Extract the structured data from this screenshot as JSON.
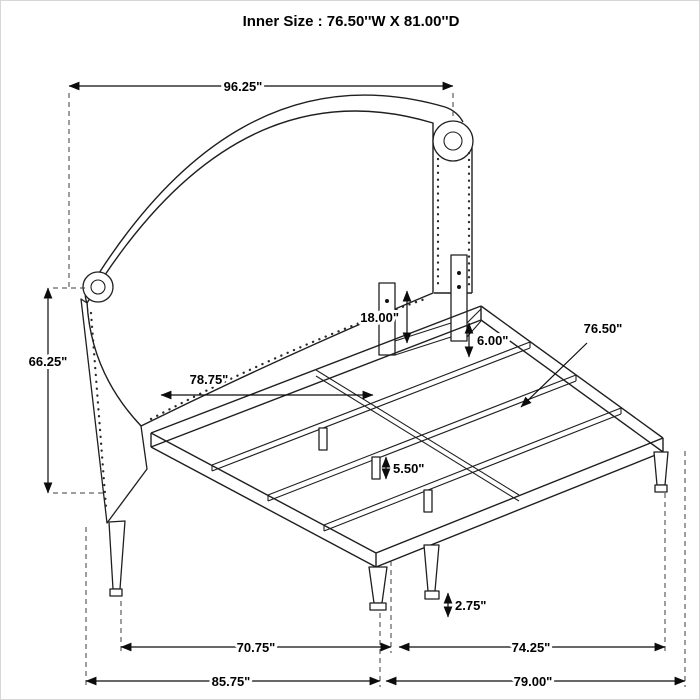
{
  "title": "Inner Size : 76.50''W X 81.00''D",
  "diagram": {
    "ink_color": "#1f1f1f",
    "labels": {
      "headboard_width": "96.25\"",
      "headboard_height": "66.25\"",
      "headboard_panel": "18.00\"",
      "inner_width_head": "78.75\"",
      "rail_height": "6.00\"",
      "side_rail_length": "76.50\"",
      "center_leg_height": "5.50\"",
      "foot_leg_height": "2.75\"",
      "frame_inner_width": "70.75\"",
      "frame_inner_depth": "74.25\"",
      "overall_width": "85.75\"",
      "overall_depth": "79.00\""
    }
  }
}
